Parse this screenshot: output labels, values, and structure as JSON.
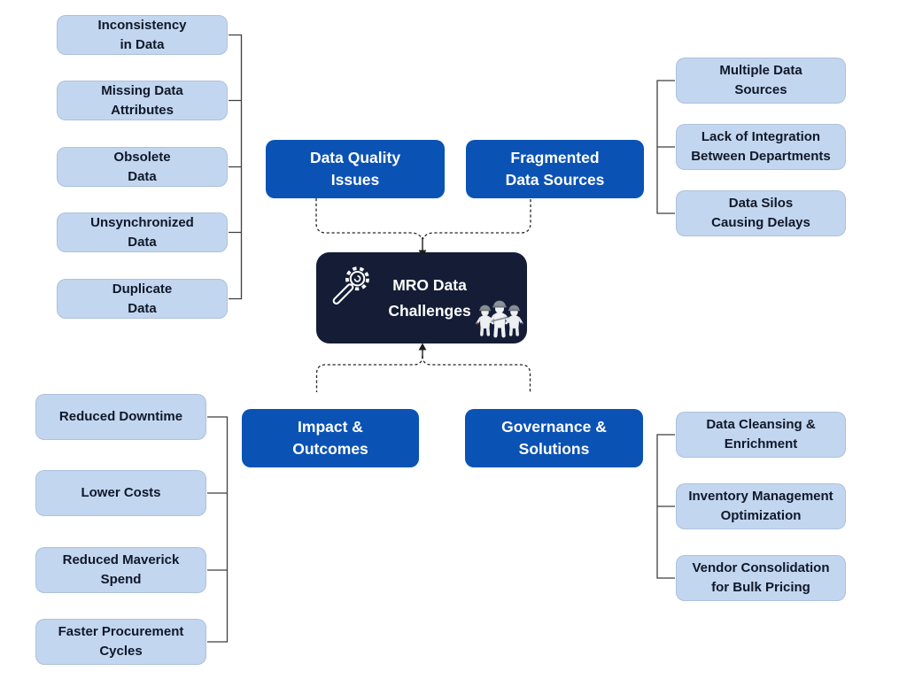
{
  "center": {
    "label": "MRO Data\nChallenges",
    "icons": [
      "gear-wrench-icon",
      "workers-figurines-icon"
    ]
  },
  "branches": [
    {
      "label": "Data Quality\nIssues",
      "position": "top-left",
      "items": [
        "Inconsistency\nin Data",
        "Missing Data\nAttributes",
        "Obsolete\nData",
        "Unsynchronized\nData",
        "Duplicate\nData"
      ]
    },
    {
      "label": "Fragmented\nData Sources",
      "position": "top-right",
      "items": [
        "Multiple Data\nSources",
        "Lack of Integration\nBetween Departments",
        "Data Silos\nCausing Delays"
      ]
    },
    {
      "label": "Impact &\nOutcomes",
      "position": "bottom-left",
      "items": [
        "Reduced Downtime",
        "Lower Costs",
        "Reduced Maverick\nSpend",
        "Faster Procurement\nCycles"
      ]
    },
    {
      "label": "Governance &\nSolutions",
      "position": "bottom-right",
      "items": [
        "Data Cleansing &\nEnrichment",
        "Inventory Management\nOptimization",
        "Vendor Consolidation\nfor Bulk Pricing"
      ]
    }
  ],
  "colors": {
    "leaf_bg": "#c2d6f0",
    "leaf_text": "#101828",
    "parent_bg": "#0b52b5",
    "parent_text": "#ffffff",
    "center_bg": "#141d35",
    "spine_line": "#3f3f3f",
    "dashed_line": "#262626"
  }
}
